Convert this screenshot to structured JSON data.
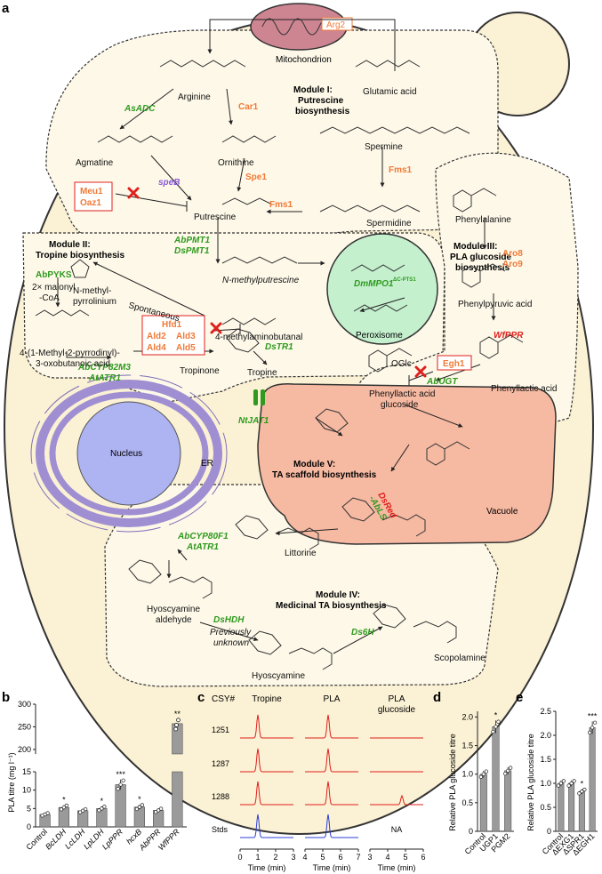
{
  "panel_labels": {
    "a": "a",
    "b": "b",
    "c": "c",
    "d": "d",
    "e": "e"
  },
  "cell": {
    "mitochondrion": "Mitochondrion",
    "nucleus": "Nucleus",
    "er": "ER",
    "peroxisome": "Peroxisome",
    "vacuole": "Vacuole"
  },
  "modules": {
    "m1": [
      "Module I:",
      "Putrescine",
      "biosynthesis"
    ],
    "m2": [
      "Module II:",
      "Tropine biosynthesis"
    ],
    "m3": [
      "Module III:",
      "PLA glucoside",
      "biosynthesis"
    ],
    "m4": [
      "Module IV:",
      "Medicinal TA biosynthesis"
    ],
    "m5": [
      "Module V:",
      "TA scaffold biosynthesis"
    ]
  },
  "compounds": {
    "arginine": "Arginine",
    "glutamic_acid": "Glutamic acid",
    "agmatine": "Agmatine",
    "ornithine": "Ornithine",
    "spermine": "Spermine",
    "putrescine": "Putrescine",
    "spermidine": "Spermidine",
    "phenylalanine": "Phenylalanine",
    "n_methylputrescine": "N-methylputrescine",
    "n_methylpyrrolinium": [
      "N-methyl-",
      "pyrrolinium"
    ],
    "malonyl": [
      "2× malonyl",
      "-CoA"
    ],
    "methylaminobutanal": "4-methylaminobutanal",
    "oxobutanoic": [
      "4-(1-Methyl-2-pyrrodinyl)-",
      "3-oxobutanoic acid"
    ],
    "tropinone": "Tropinone",
    "tropine": "Tropine",
    "phenylpyruvic": "Phenylpyruvic acid",
    "phenyllactic": "Phenyllactic acid",
    "pla_glucoside": [
      "Phenyllactic acid",
      "glucoside"
    ],
    "littorine": "Littorine",
    "hyoscyamine_aldehyde": [
      "Hyoscyamine",
      "aldehyde"
    ],
    "hyoscyamine": "Hyoscyamine",
    "scopolamine": "Scopolamine",
    "previously_unknown": [
      "Previously",
      "unknown"
    ],
    "spontaneous": "Spontaneous",
    "oglc": "OGlc"
  },
  "enzymes": {
    "arg2": "Arg2",
    "asadc": "AsADC",
    "car1": "Car1",
    "speb": "speB",
    "spe1": "Spe1",
    "fms1_a": "Fms1",
    "fms1_b": "Fms1",
    "meu1": "Meu1",
    "oaz1": "Oaz1",
    "abpmt1": "AbPMT1",
    "dspmt1": "DsPMT1",
    "dmmpo1": "DmMPO1",
    "dmmpo1_sup": "ΔC-PTS1",
    "abpyks": "AbPYKS",
    "hfd1": "Hfd1",
    "ald2": "Ald2",
    "ald3": "Ald3",
    "ald4": "Ald4",
    "ald5": "Ald5",
    "abcyp82m3": "AbCYP82M3",
    "atatr1_a": "AtATR1",
    "dstr1": "DsTR1",
    "aro8": "Aro8",
    "aro9": "Aro9",
    "egh1": "Egh1",
    "wfppr": "WfPPR",
    "abugt": "AbUGT",
    "ntjat1": "NtJAT1",
    "dsred": "DsRed",
    "abls": "-AbLS",
    "abcyp80f1": "AbCYP80F1",
    "atatr1_b": "AtATR1",
    "dshdh": "DsHDH",
    "ds6h": "Ds6H"
  },
  "colors": {
    "green": "#2f9a1f",
    "orange": "#f07a38",
    "red": "#e0201c",
    "purple": "#8a5ad8",
    "cell": "#fbf1d4",
    "module": "#fdf8e8",
    "vacuole": "#f6b9a2",
    "peroxisome": "#c4f0ce",
    "nucleus": "#aeb3f2",
    "er": "#9f8fd2",
    "mito": "#cd8592",
    "series_red": "#e0201c",
    "series_blue": "#2c3fd6",
    "bar": "#9a9a9a"
  },
  "chart_data": [
    {
      "panel": "b",
      "type": "bar",
      "ylabel": "PLA titre (mg l⁻¹)",
      "categories": [
        "Control",
        "BcLDH",
        "LcLDH",
        "LpLDH",
        "LpPPR",
        "hcxB",
        "AbPPR",
        "WfPPR"
      ],
      "values": [
        3.4,
        5.3,
        4.4,
        5.0,
        11.5,
        5.4,
        4.5,
        257
      ],
      "significance": [
        "",
        "*",
        "",
        "*",
        "***",
        "*",
        "",
        "**"
      ],
      "axis_break": true,
      "lower_ticks": [
        "0",
        "5",
        "10",
        "15"
      ],
      "upper_ticks": [
        "200",
        "250",
        "300"
      ],
      "ylim_lower": [
        0,
        15
      ],
      "ylim_upper": [
        190,
        300
      ]
    },
    {
      "panel": "c",
      "type": "line",
      "title_label": "CSY#",
      "columns": [
        "Tropine",
        "PLA",
        "PLA glucoside"
      ],
      "rows": [
        "1251",
        "1287",
        "1288",
        "Stds"
      ],
      "xlabel": "Time (min)",
      "x_ticks": [
        [
          "0",
          "1",
          "2",
          "3"
        ],
        [
          "4",
          "5",
          "6",
          "7"
        ],
        [
          "3",
          "4",
          "5",
          "6"
        ]
      ],
      "na_label": "NA",
      "peaks": {
        "1251": [
          1.0,
          5.3,
          null
        ],
        "1287": [
          1.0,
          5.3,
          null
        ],
        "1288": [
          1.0,
          5.3,
          4.8
        ],
        "Stds": [
          1.0,
          5.3,
          null
        ]
      }
    },
    {
      "panel": "d",
      "type": "bar",
      "ylabel": "Relative PLA glucoside titre",
      "categories": [
        "Control",
        "UGP1",
        "PGM2"
      ],
      "values": [
        1.0,
        1.83,
        1.06
      ],
      "significance": [
        "",
        "*",
        ""
      ],
      "ylim": [
        0,
        2.1
      ],
      "ticks": [
        "0",
        "0.5",
        "1.0",
        "1.5",
        "2.0"
      ]
    },
    {
      "panel": "e",
      "type": "bar",
      "ylabel": "Relative PLA glucoside titre",
      "categories": [
        "Control",
        "ΔEXG1",
        "ΔSPR1",
        "ΔEGH1"
      ],
      "values": [
        1.0,
        1.0,
        0.83,
        2.16
      ],
      "significance": [
        "",
        "",
        "*",
        "***"
      ],
      "ylim": [
        0,
        2.5
      ],
      "ticks": [
        "0",
        "0.5",
        "1.0",
        "1.5",
        "2.0",
        "2.5"
      ]
    }
  ]
}
